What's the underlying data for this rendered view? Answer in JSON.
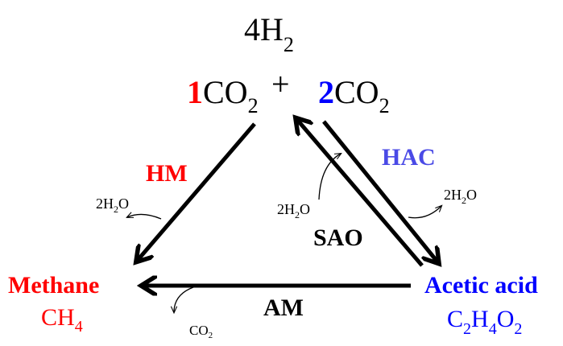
{
  "reactants": {
    "h2_coef": "4",
    "h2_species": "H",
    "h2_sub": "2",
    "co2_path1_index": "1",
    "co2_path2_index": "2",
    "co2_species": "CO",
    "co2_sub": "2",
    "plus": "+"
  },
  "pathways": {
    "hm": "HM",
    "hac": "HAC",
    "sao": "SAO",
    "am": "AM"
  },
  "byproducts": {
    "water_coef": "2H",
    "water_sub": "2",
    "water_o": "O",
    "co2_species": "CO",
    "co2_sub": "2"
  },
  "products": {
    "methane_name": "Methane",
    "methane_formula_c": "CH",
    "methane_formula_sub": "4",
    "acetic_name": "Acetic acid",
    "acetic_c": "C",
    "acetic_c_sub": "2",
    "acetic_h": "H",
    "acetic_h_sub": "4",
    "acetic_o": "O",
    "acetic_o_sub": "2"
  },
  "colors": {
    "methane": "#ff0000",
    "acetic_acid": "#0000ff",
    "hm_label": "#ff0000",
    "hac_label": "#4a4ae6",
    "arrows": "#000000"
  }
}
